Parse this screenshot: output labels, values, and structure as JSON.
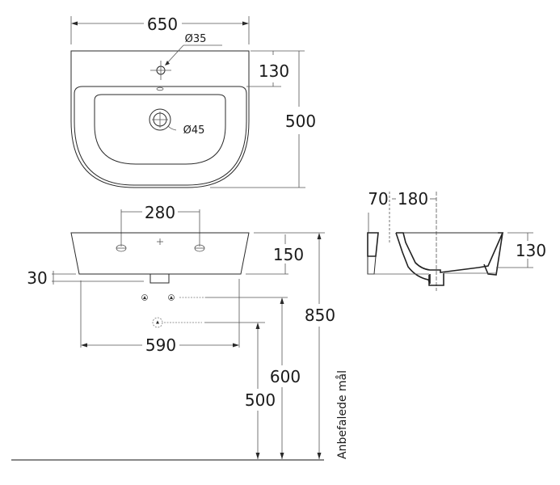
{
  "top_view": {
    "width_label": "650",
    "tap_hole_label": "Ø35",
    "drain_label": "Ø45",
    "tap_offset_label": "130",
    "depth_label": "500"
  },
  "front_view": {
    "bracket_spacing_label": "280",
    "basin_height_label": "150",
    "rim_thickness_label": "30",
    "pedestal_width_label": "590",
    "total_height_label": "850",
    "water_supply_height_label": "600",
    "drain_height_label": "500",
    "recommended_label": "Anbefalede mål"
  },
  "side_view": {
    "wall_offset_label": "70",
    "drain_offset_label": "180",
    "bowl_depth_label": "130"
  },
  "colors": {
    "line": "#2a2a2a",
    "floor": "#888888",
    "background": "#ffffff"
  }
}
